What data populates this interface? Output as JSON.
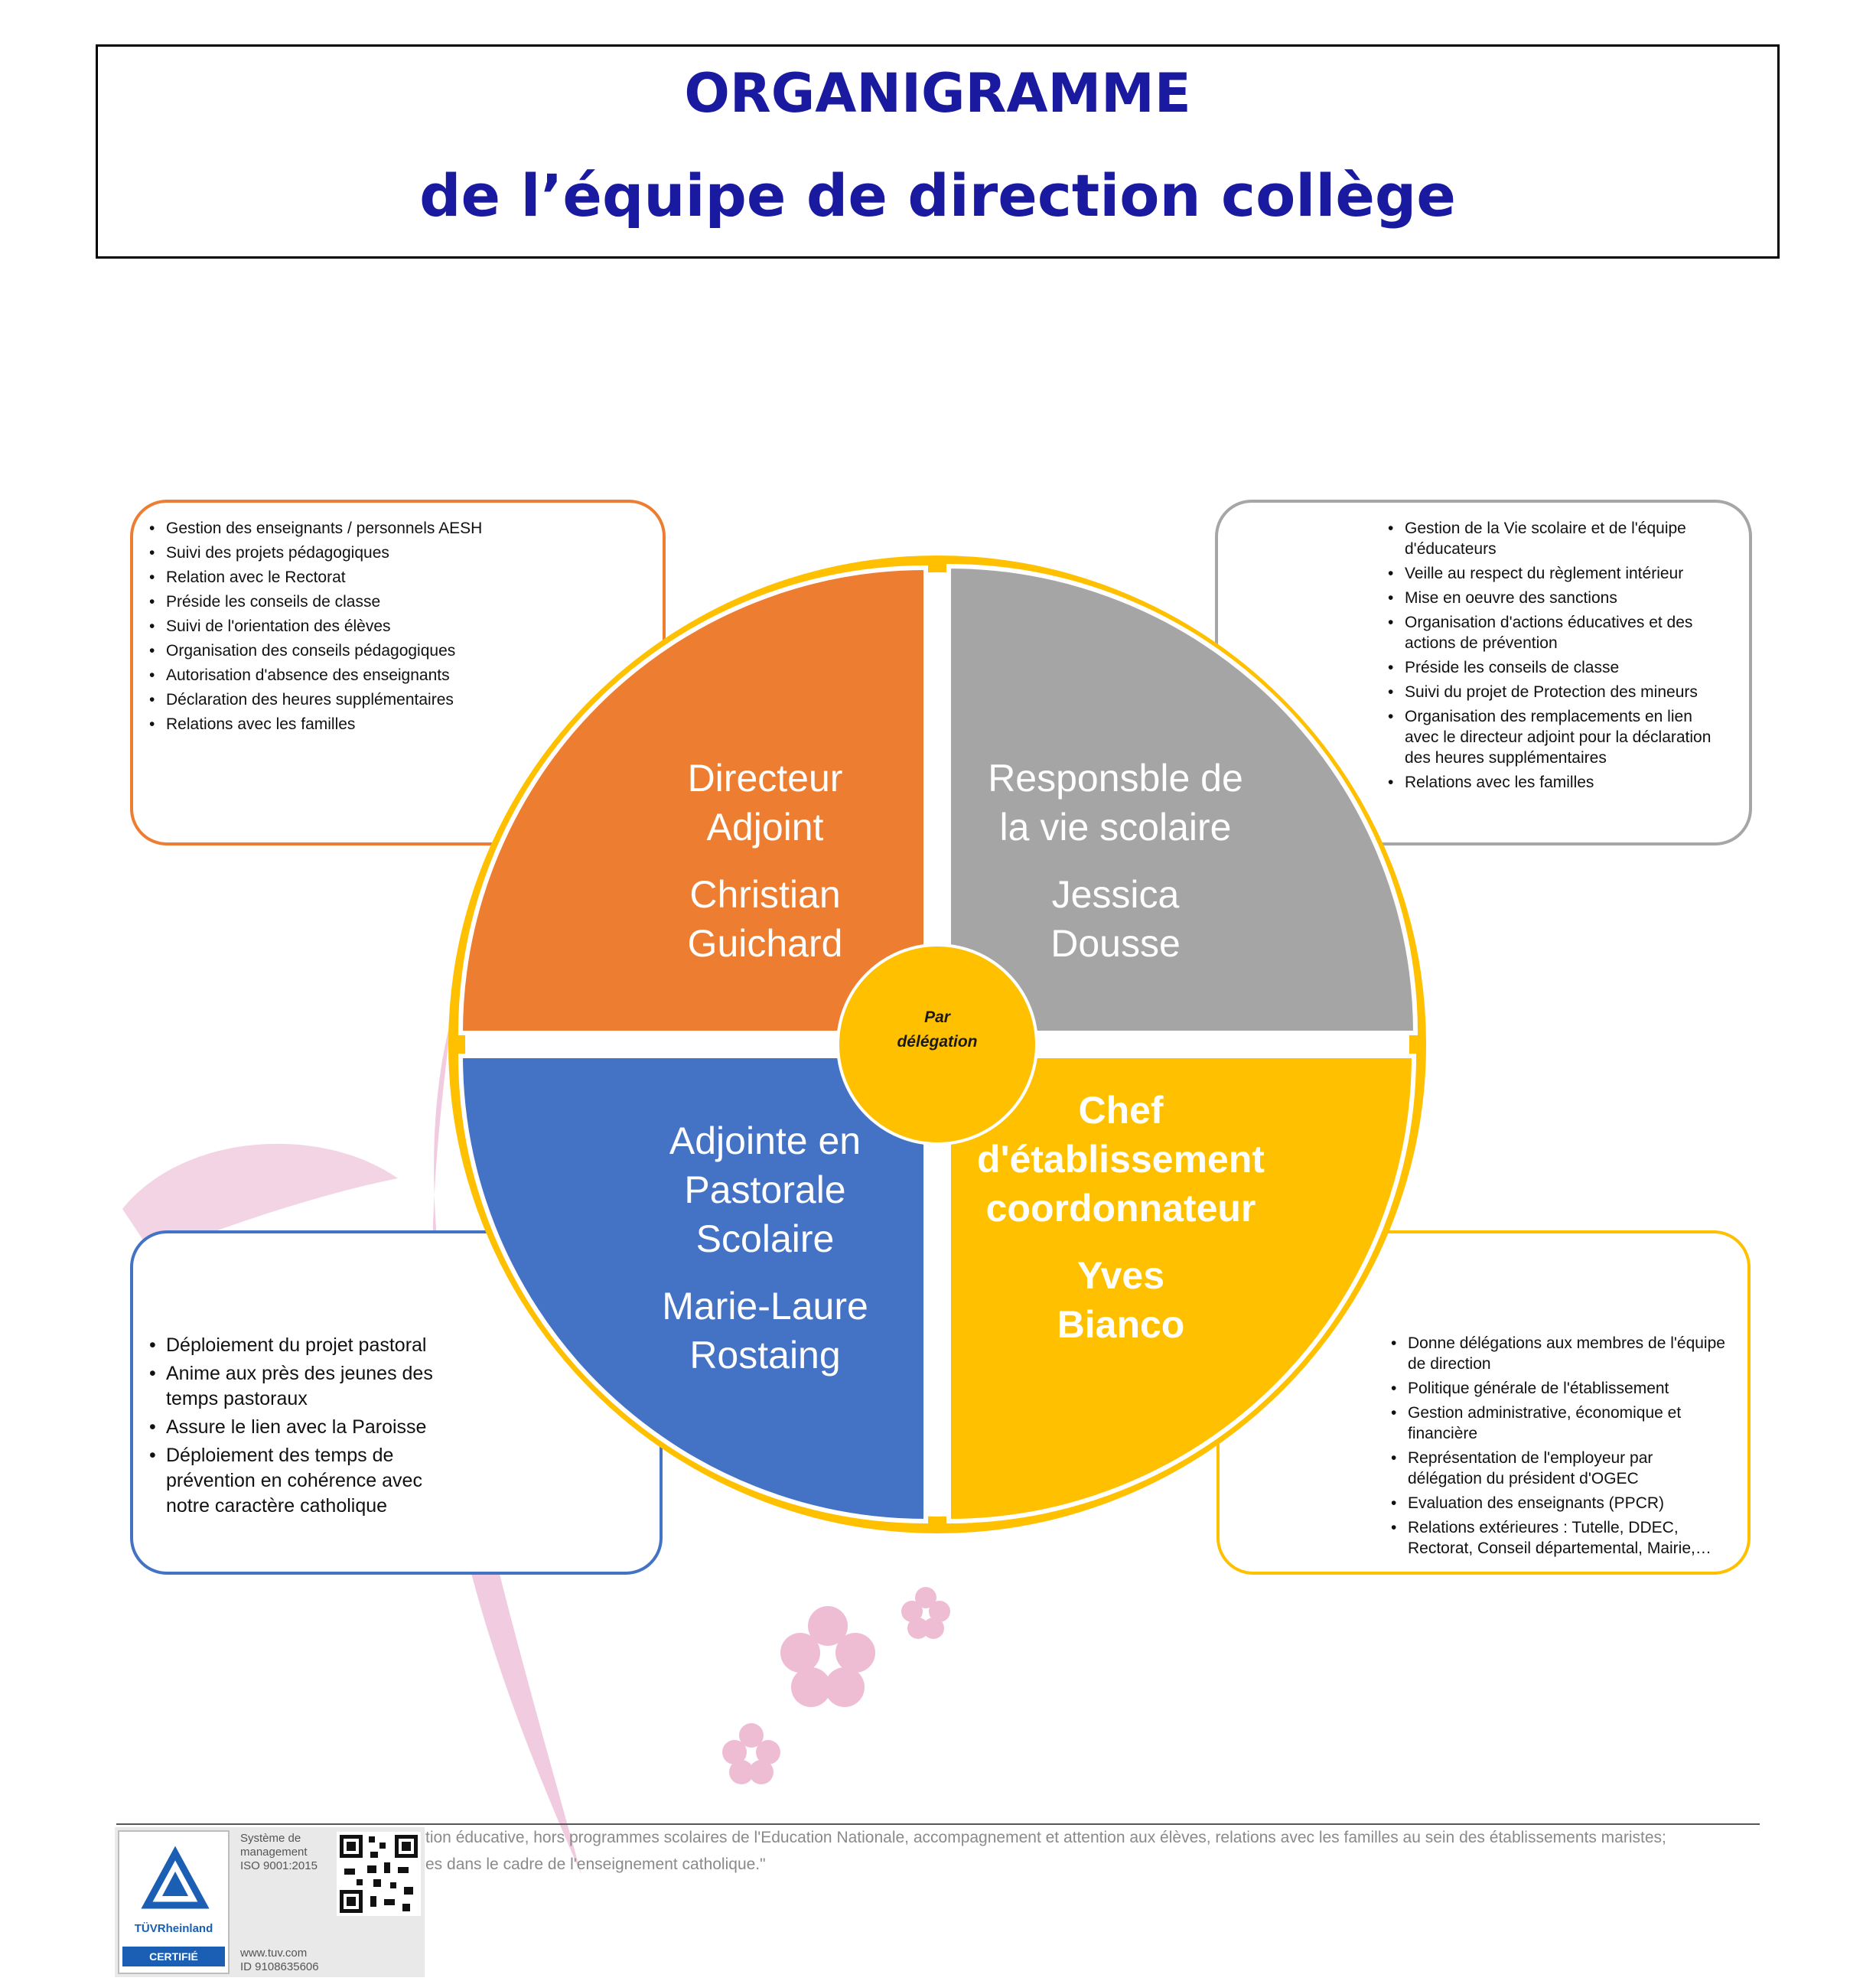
{
  "title": {
    "line1": "ORGANIGRAMME",
    "line2": "de l’équipe de direction collège"
  },
  "quadrants": {
    "top_left": {
      "role_lines": [
        "Directeur",
        "Adjoint"
      ],
      "name_lines": [
        "Christian",
        "Guichard"
      ],
      "color": "#ed7d31"
    },
    "top_right": {
      "role_lines": [
        "Responsble de",
        "la vie scolaire"
      ],
      "name_lines": [
        "Jessica",
        "Dousse"
      ],
      "color": "#a5a5a5"
    },
    "bottom_left": {
      "role_lines": [
        "Adjointe en",
        "Pastorale",
        "Scolaire"
      ],
      "name_lines": [
        "Marie-Laure",
        "Rostaing"
      ],
      "color": "#4472c4"
    },
    "bottom_right": {
      "role_lines": [
        "Chef",
        "d'établissement",
        "coordonnateur"
      ],
      "name_lines": [
        "Yves",
        "Bianco"
      ],
      "color": "#ffc000"
    }
  },
  "center": {
    "lines": [
      "Par",
      "délégation"
    ],
    "color": "#ffc000"
  },
  "ring_color": "#ffc000",
  "cards": {
    "top_left": {
      "border_color": "#ed7d31",
      "items": [
        "Gestion des enseignants / personnels AESH",
        "Suivi des projets pédagogiques",
        "Relation avec le Rectorat",
        "Préside les conseils de classe",
        "Suivi de l'orientation des élèves",
        "Organisation des conseils pédagogiques",
        "Autorisation d'absence des enseignants",
        "Déclaration des heures supplémentaires",
        "Relations avec les familles"
      ]
    },
    "top_right": {
      "border_color": "#a6a6a6",
      "items": [
        "Gestion de la Vie scolaire et de l'équipe d'éducateurs",
        "Veille au respect du règlement intérieur",
        "Mise en oeuvre des sanctions",
        "Organisation d'actions éducatives et des actions de prévention",
        "Préside les conseils de classe",
        "Suivi du projet de Protection des mineurs",
        "Organisation des remplacements en lien avec le directeur adjoint pour la déclaration des heures supplémentaires",
        "Relations avec les familles"
      ]
    },
    "bottom_left": {
      "border_color": "#4472c4",
      "items": [
        "Déploiement du projet pastoral",
        "Anime aux près des jeunes des temps pastoraux",
        "Assure le lien avec la Paroisse",
        "Déploiement des temps de prévention en cohérence  avec notre caractère catholique"
      ]
    },
    "bottom_right": {
      "border_color": "#ffc000",
      "items": [
        "Donne délégations aux membres de l'équipe de direction",
        "Politique générale de l'établissement",
        "Gestion administrative, économique et financière",
        "Représentation de l'employeur par délégation du président  d'OGEC",
        "Evaluation des enseignants (PPCR)",
        "Relations extérieures : Tutelle, DDEC, Rectorat, Conseil départemental, Mairie,…"
      ]
    }
  },
  "footer": {
    "line1": "tion éducative, hors programmes scolaires de l'Education Nationale, accompagnement et attention aux élèves, relations avec les familles au sein des établissements maristes;",
    "line2": "es dans le cadre de l'enseignement catholique.\""
  },
  "certification": {
    "brand": "TÜVRheinland",
    "badge": "CERTIFIÉ",
    "system_lines": [
      "Système de",
      "management",
      "ISO 9001:2015"
    ],
    "web": "www.tuv.com",
    "id": "ID  9108635606"
  }
}
